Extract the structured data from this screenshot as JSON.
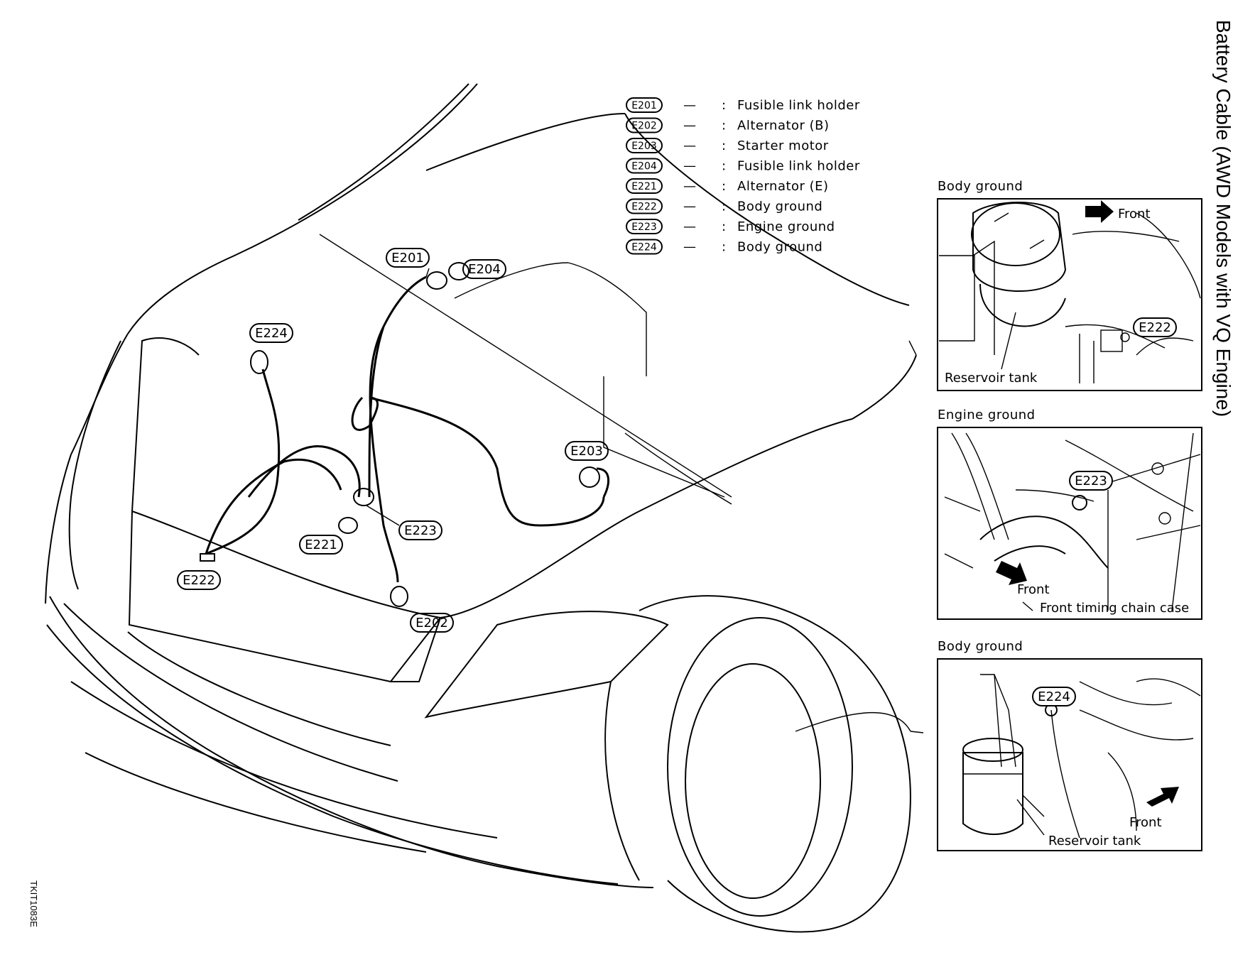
{
  "page": {
    "side_title": "Battery Cable (AWD Models with VQ Engine)",
    "figure_code": "TKIT1083E"
  },
  "legend": [
    {
      "code": "E201",
      "dash": "—",
      "colon": ":",
      "desc": "Fusible link holder"
    },
    {
      "code": "E202",
      "dash": "—",
      "colon": ":",
      "desc": "Alternator (B)"
    },
    {
      "code": "E203",
      "dash": "—",
      "colon": ":",
      "desc": "Starter motor"
    },
    {
      "code": "E204",
      "dash": "—",
      "colon": ":",
      "desc": "Fusible link holder"
    },
    {
      "code": "E221",
      "dash": "—",
      "colon": ":",
      "desc": "Alternator (E)"
    },
    {
      "code": "E222",
      "dash": "—",
      "colon": ":",
      "desc": "Body ground"
    },
    {
      "code": "E223",
      "dash": "—",
      "colon": ":",
      "desc": "Engine ground"
    },
    {
      "code": "E224",
      "dash": "—",
      "colon": ":",
      "desc": "Body ground"
    }
  ],
  "callouts": {
    "e201": "E201",
    "e204": "E204",
    "e224": "E224",
    "e203": "E203",
    "e223": "E223",
    "e221": "E221",
    "e222": "E222",
    "e202": "E202"
  },
  "panels": {
    "top": {
      "title": "Body ground",
      "front": "Front",
      "reservoir": "Reservoir tank",
      "badge": "E222"
    },
    "middle": {
      "title": "Engine ground",
      "badge": "E223",
      "front": "Front",
      "chain_case": "Front timing chain case"
    },
    "bottom": {
      "title": "Body ground",
      "badge": "E224",
      "front": "Front",
      "reservoir": "Reservoir tank"
    }
  }
}
